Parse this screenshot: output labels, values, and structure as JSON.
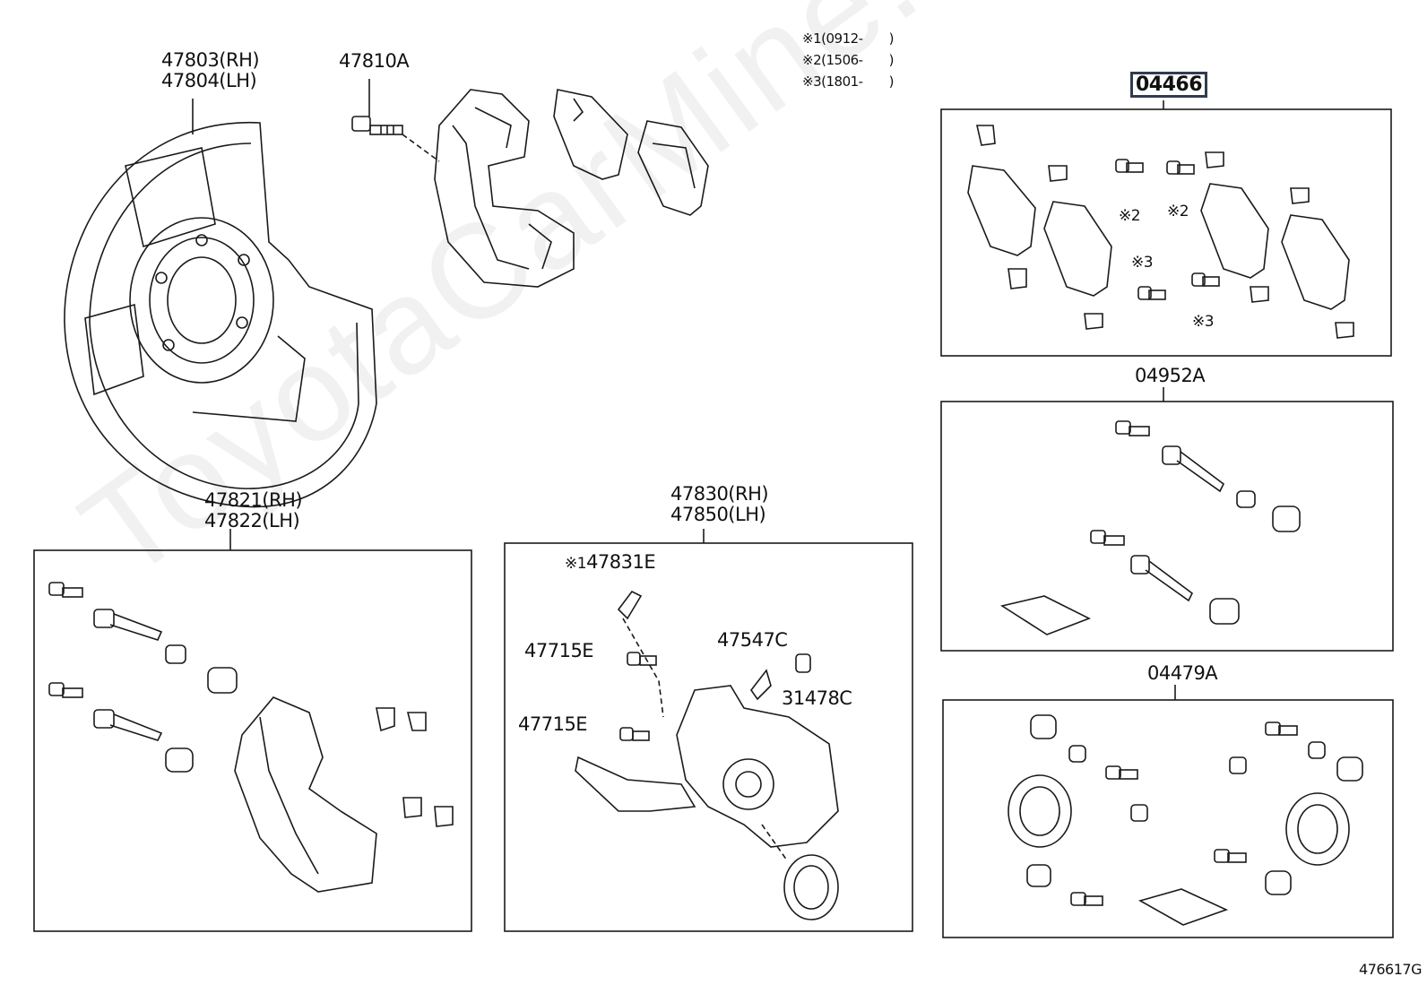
{
  "notes": [
    {
      "mark": "※1",
      "text": "(0912-　　)"
    },
    {
      "mark": "※2",
      "text": "(1506-　　)"
    },
    {
      "mark": "※3",
      "text": "(1801-　　)"
    }
  ],
  "labels": {
    "shield_rh": "47803(RH)",
    "shield_lh": "47804(LH)",
    "bolt": "47810A",
    "mount_rh": "47821(RH)",
    "mount_lh": "47822(LH)",
    "caliper_rh": "47830(RH)",
    "caliper_lh": "47850(LH)",
    "spring": "47831E",
    "spring_mark": "※1",
    "bleeder": "47547C",
    "cap": "31478C",
    "bolt_upper": "47715E",
    "bolt_lower": "47715E",
    "pad_kit": "04466",
    "pin_kit": "04952A",
    "seal_kit": "04479A",
    "mark_2a": "※2",
    "mark_2b": "※2",
    "mark_3a": "※3",
    "mark_3b": "※3"
  },
  "watermark": "ToyotaCarMine.ru",
  "diagram_code": "476617G",
  "colors": {
    "line": "#1a1a1a",
    "highlight_border": "#2f3d4e",
    "watermark": "#e8e8e8"
  }
}
